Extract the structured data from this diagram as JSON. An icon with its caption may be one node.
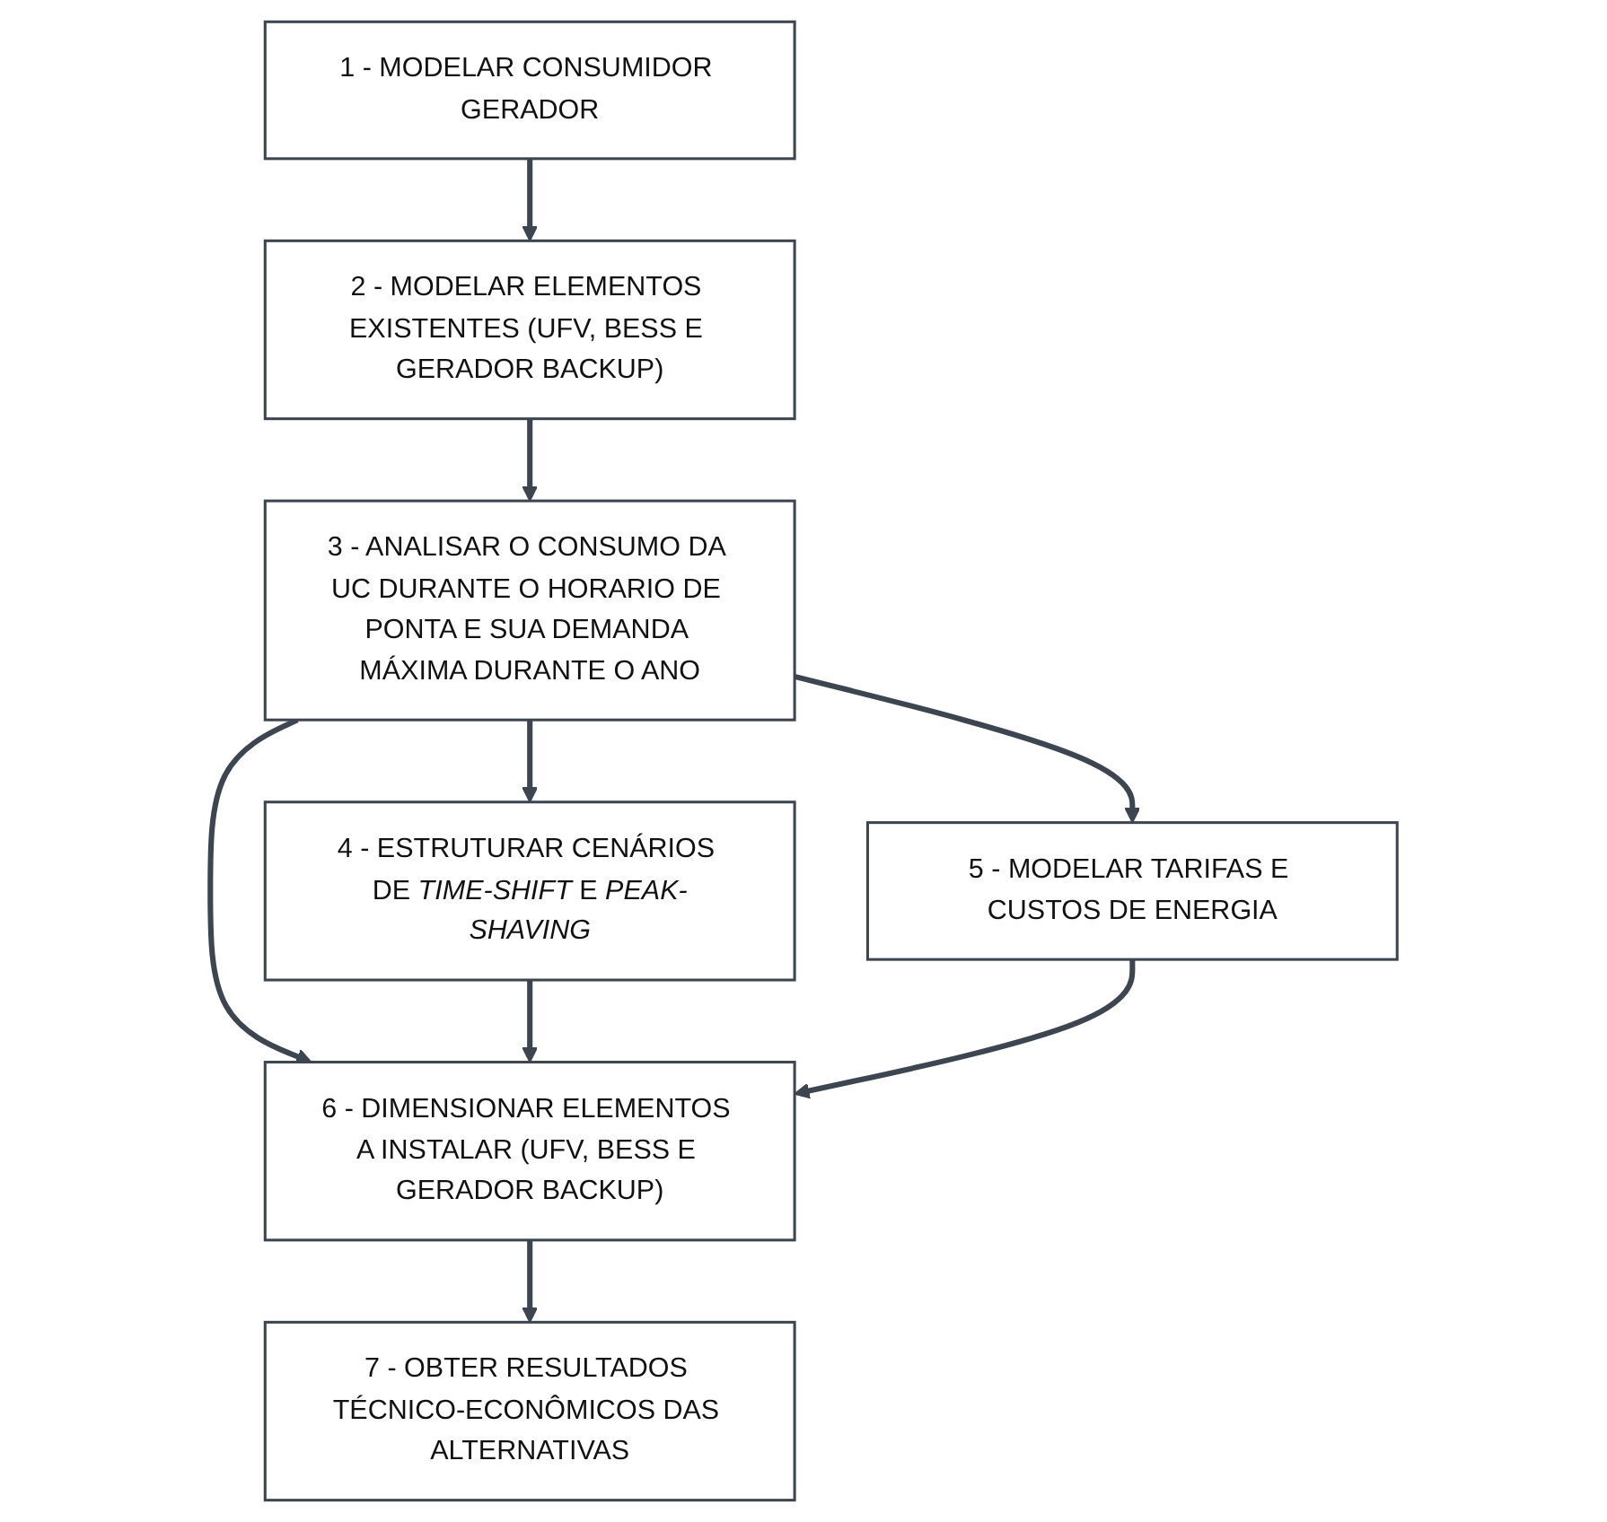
{
  "diagram": {
    "nodes": [
      {
        "text": [
          "1 - MODELAR CONSUMIDOR GERADOR"
        ]
      },
      {
        "text": [
          "2 - MODELAR ELEMENTOS EXISTENTES (UFV, BESS E GERADOR BACKUP)"
        ]
      },
      {
        "text": [
          "3 - ANALISAR O CONSUMO DA UC DURANTE O HORARIO DE PONTA E SUA DEMANDA MÁXIMA DURANTE O ANO"
        ]
      },
      {
        "text": [
          "4 - ESTRUTURAR CENÁRIOS DE *TIME-SHIFT* E *PEAK-SHAVING*"
        ]
      },
      {
        "text": [
          "5 - MODELAR TARIFAS E CUSTOS DE ENERGIA"
        ]
      },
      {
        "text": [
          "6 - DIMENSIONAR ELEMENTOS A INSTALAR (UFV, BESS E GERADOR BACKUP)"
        ]
      },
      {
        "text": [
          "7 - OBTER RESULTADOS TÉCNICO-ECONÔMICOS DAS ALTERNATIVAS"
        ]
      }
    ],
    "edges": [
      {
        "from": 0,
        "to": 1,
        "arrow": "to"
      },
      {
        "from": 1,
        "to": 2,
        "arrow": "to"
      },
      {
        "from": 2,
        "to": 3,
        "arrow": "to"
      },
      {
        "from": 2,
        "to": 4,
        "arrow": "to"
      },
      {
        "from": 2,
        "to": 5,
        "arrow": "to"
      },
      {
        "from": 3,
        "to": 5,
        "arrow": "to"
      },
      {
        "from": 4,
        "to": 5,
        "arrow": "to"
      },
      {
        "from": 5,
        "to": 6,
        "arrow": "to"
      }
    ]
  }
}
